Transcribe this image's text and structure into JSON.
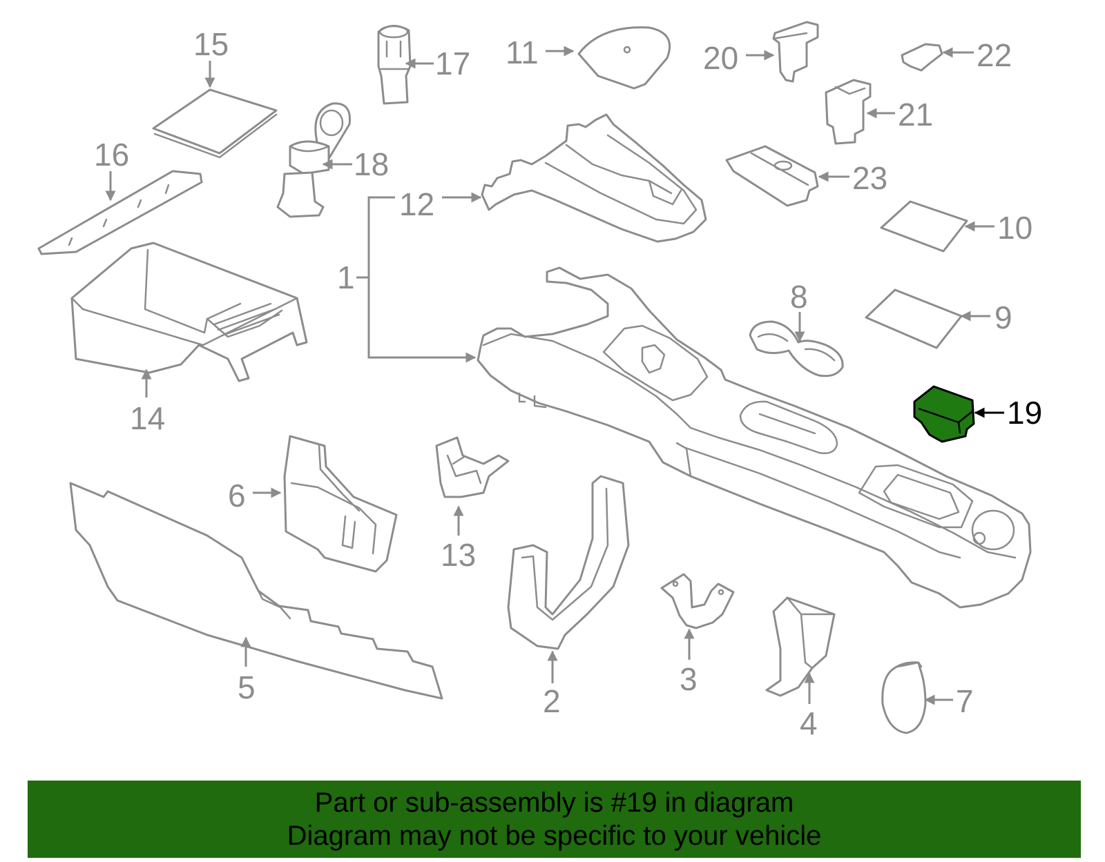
{
  "colors": {
    "line": "#8c8c8c",
    "highlight_fill": "#1f7a12",
    "highlight_stroke": "#000000",
    "banner_bg": "#1f6b0e",
    "banner_text": "#000000"
  },
  "diagram": {
    "highlighted_part": "19",
    "callouts": [
      {
        "id": "c1",
        "label": "1"
      },
      {
        "id": "c2",
        "label": "2"
      },
      {
        "id": "c3",
        "label": "3"
      },
      {
        "id": "c4",
        "label": "4"
      },
      {
        "id": "c5",
        "label": "5"
      },
      {
        "id": "c6",
        "label": "6"
      },
      {
        "id": "c7",
        "label": "7"
      },
      {
        "id": "c8",
        "label": "8"
      },
      {
        "id": "c9",
        "label": "9"
      },
      {
        "id": "c10",
        "label": "10"
      },
      {
        "id": "c11",
        "label": "11"
      },
      {
        "id": "c12",
        "label": "12"
      },
      {
        "id": "c13",
        "label": "13"
      },
      {
        "id": "c14",
        "label": "14"
      },
      {
        "id": "c15",
        "label": "15"
      },
      {
        "id": "c16",
        "label": "16"
      },
      {
        "id": "c17",
        "label": "17"
      },
      {
        "id": "c18",
        "label": "18"
      },
      {
        "id": "c19",
        "label": "19"
      },
      {
        "id": "c20",
        "label": "20"
      },
      {
        "id": "c21",
        "label": "21"
      },
      {
        "id": "c22",
        "label": "22"
      },
      {
        "id": "c23",
        "label": "23"
      }
    ]
  },
  "banner": {
    "line1": "Part or sub-assembly is #19 in diagram",
    "line2": "Diagram may not be specific to your vehicle"
  }
}
